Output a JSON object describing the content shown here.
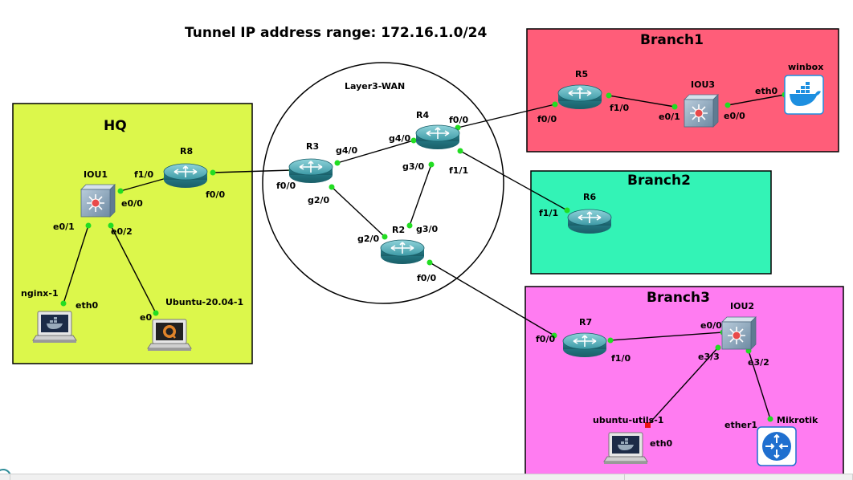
{
  "title": "Tunnel IP address range: 172.16.1.0/24",
  "wan_label": "Layer3-WAN",
  "zones": [
    {
      "id": "hq",
      "label": "HQ",
      "color": "#dcf74b"
    },
    {
      "id": "branch1",
      "label": "Branch1",
      "color": "#ff5d79"
    },
    {
      "id": "branch2",
      "label": "Branch2",
      "color": "#33f3b6"
    },
    {
      "id": "branch3",
      "label": "Branch3",
      "color": "#ff7cf1"
    }
  ],
  "devices": [
    {
      "id": "R8",
      "label": "R8",
      "type": "router"
    },
    {
      "id": "IOU1",
      "label": "IOU1",
      "type": "switch"
    },
    {
      "id": "nginx",
      "label": "nginx-1",
      "type": "host"
    },
    {
      "id": "ubuntu",
      "label": "Ubuntu-20.04-1",
      "type": "host-ubuntu"
    },
    {
      "id": "R3",
      "label": "R3",
      "type": "router"
    },
    {
      "id": "R4",
      "label": "R4",
      "type": "router"
    },
    {
      "id": "R2",
      "label": "R2",
      "type": "router"
    },
    {
      "id": "R5",
      "label": "R5",
      "type": "router"
    },
    {
      "id": "IOU3",
      "label": "IOU3",
      "type": "switch"
    },
    {
      "id": "winbox",
      "label": "winbox",
      "type": "docker"
    },
    {
      "id": "R6",
      "label": "R6",
      "type": "router"
    },
    {
      "id": "R7",
      "label": "R7",
      "type": "router"
    },
    {
      "id": "IOU2",
      "label": "IOU2",
      "type": "switch"
    },
    {
      "id": "ubuntuutils",
      "label": "ubuntu-utils-1",
      "type": "host"
    },
    {
      "id": "mikrotik",
      "label": "Mikrotik",
      "type": "mikrotik"
    }
  ],
  "links": [
    {
      "from": "R8",
      "to": "R3",
      "a_port": "f0/0",
      "b_port": "f0/0",
      "a_status": "up",
      "b_status": "up"
    },
    {
      "from": "IOU1",
      "to": "R8",
      "a_port": "e0/0",
      "b_port": "f1/0",
      "a_status": "up",
      "b_status": "up"
    },
    {
      "from": "IOU1",
      "to": "nginx",
      "a_port": "e0/1",
      "b_port": "eth0",
      "a_status": "up",
      "b_status": "up"
    },
    {
      "from": "IOU1",
      "to": "ubuntu",
      "a_port": "e0/2",
      "b_port": "e0",
      "a_status": "up",
      "b_status": "up"
    },
    {
      "from": "R3",
      "to": "R4",
      "a_port": "g4/0",
      "b_port": "g4/0",
      "a_status": "up",
      "b_status": "up"
    },
    {
      "from": "R3",
      "to": "R2",
      "a_port": "g2/0",
      "b_port": "g2/0",
      "a_status": "up",
      "b_status": "up"
    },
    {
      "from": "R4",
      "to": "R2",
      "a_port": "g3/0",
      "b_port": "g3/0",
      "a_status": "up",
      "b_status": "up"
    },
    {
      "from": "R4",
      "to": "R5",
      "a_port": "f0/0",
      "b_port": "f0/0",
      "a_status": "up",
      "b_status": "up"
    },
    {
      "from": "R4",
      "to": "R6",
      "a_port": "f1/1",
      "b_port": "f1/1",
      "a_status": "up",
      "b_status": "up"
    },
    {
      "from": "R2",
      "to": "R7",
      "a_port": "f0/0",
      "b_port": "f0/0",
      "a_status": "up",
      "b_status": "up"
    },
    {
      "from": "R5",
      "to": "IOU3",
      "a_port": "f1/0",
      "b_port": "e0/1",
      "a_status": "up",
      "b_status": "up"
    },
    {
      "from": "IOU3",
      "to": "winbox",
      "a_port": "e0/0",
      "b_port": "eth0",
      "a_status": "up",
      "b_status": "up"
    },
    {
      "from": "R7",
      "to": "IOU2",
      "a_port": "f1/0",
      "b_port": "e0/0",
      "a_status": "up",
      "b_status": "up"
    },
    {
      "from": "IOU2",
      "to": "ubuntuutils",
      "a_port": "e3/3",
      "b_port": "eth0",
      "a_status": "up",
      "b_status": "down"
    },
    {
      "from": "IOU2",
      "to": "mikrotik",
      "a_port": "e3/2",
      "b_port": "ether1",
      "a_status": "up",
      "b_status": "up"
    }
  ],
  "colors": {
    "router_body": "#2f8d99",
    "router_top": "#6ec2cc",
    "switch_body": "#8aa4ba",
    "port_up": "#22dd22",
    "port_down": "#ee1111",
    "docker_blue": "#1d8fe0",
    "mikrotik_blue": "#1f6fcf"
  }
}
